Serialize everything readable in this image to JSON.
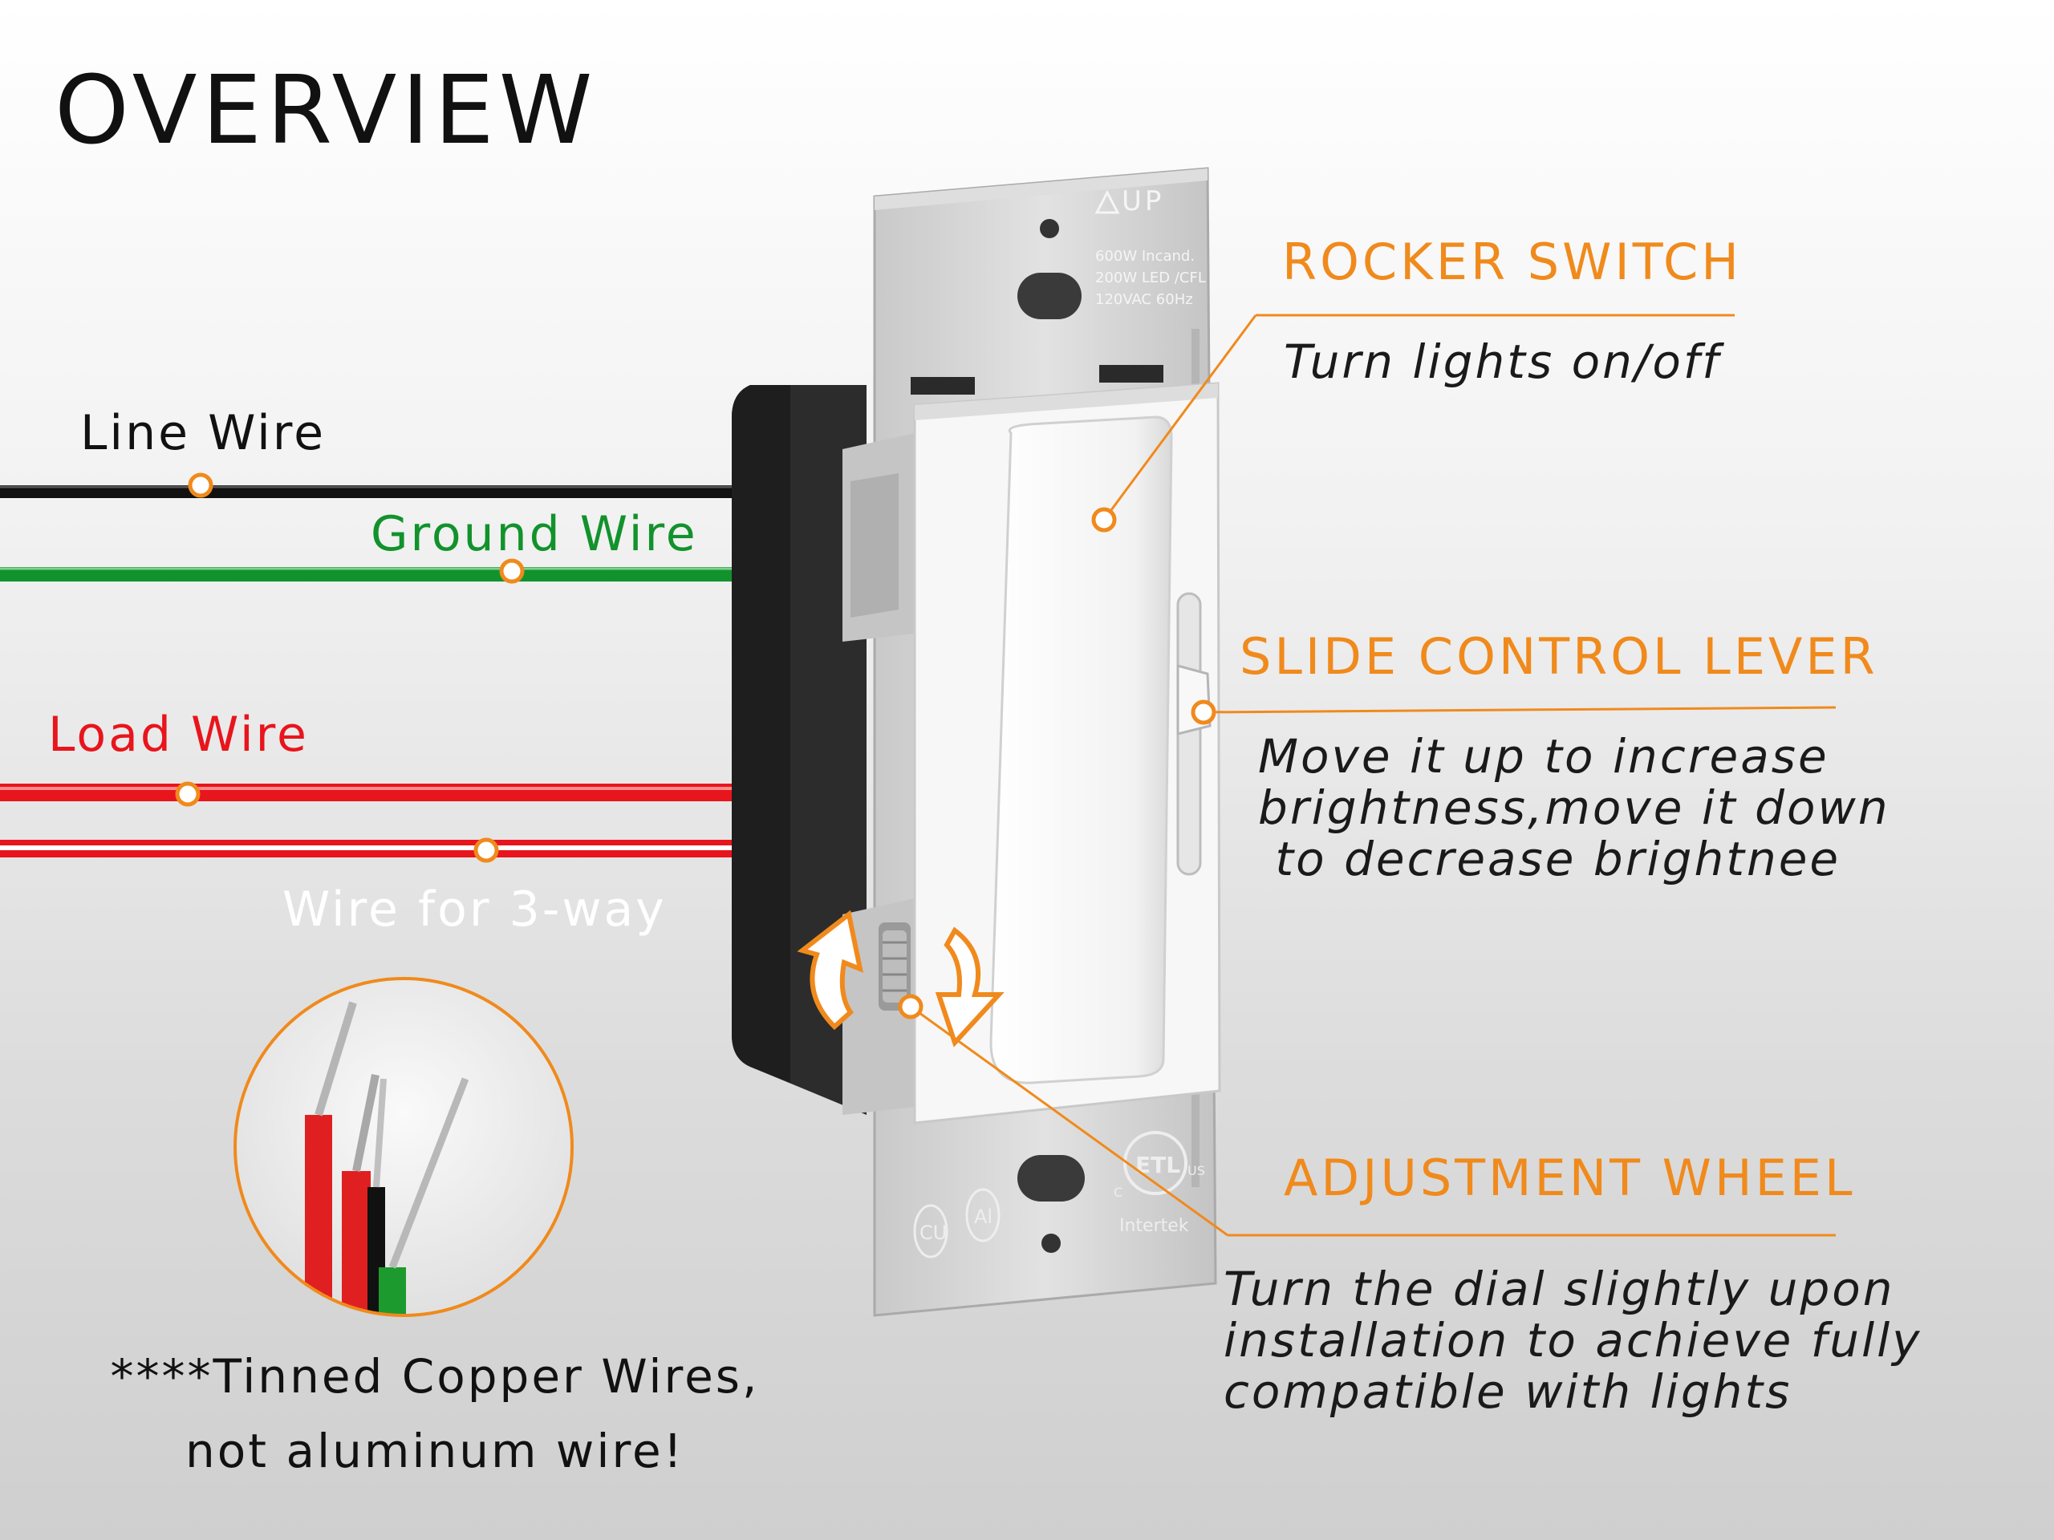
{
  "title": "OVERVIEW",
  "colors": {
    "accent": "#f08a1c",
    "line_wire": "#111111",
    "ground_wire": "#12922c",
    "load_wire": "#e8151c",
    "three_way_label": "#ffffff"
  },
  "wires": {
    "line": {
      "label": "Line Wire"
    },
    "ground": {
      "label": "Ground Wire"
    },
    "load": {
      "label": "Load Wire"
    },
    "three_way": {
      "label": "Wire for 3-way"
    }
  },
  "device": {
    "up_marker": "UP",
    "rating_lines": [
      "600W Incand.",
      "200W LED /CFL",
      "120VAC 60Hz"
    ],
    "badge_cu": "CU",
    "badge_al": "Al",
    "cert_mark": "ETL",
    "cert_c": "C",
    "cert_us": "US",
    "cert_listed": "Intertek"
  },
  "callouts": {
    "rocker": {
      "heading": "ROCKER SWITCH",
      "desc": "Turn lights on/off"
    },
    "slide": {
      "heading": "SLIDE CONTROL LEVER",
      "desc": "Move it up to increase\nbrightness,move it down\n to decrease brightnee"
    },
    "wheel": {
      "heading": "ADJUSTMENT WHEEL",
      "desc": "Turn the dial slightly upon\ninstallation to achieve fully\ncompatible with lights"
    }
  },
  "note": "****Tinned Copper Wires,\nnot aluminum wire!"
}
